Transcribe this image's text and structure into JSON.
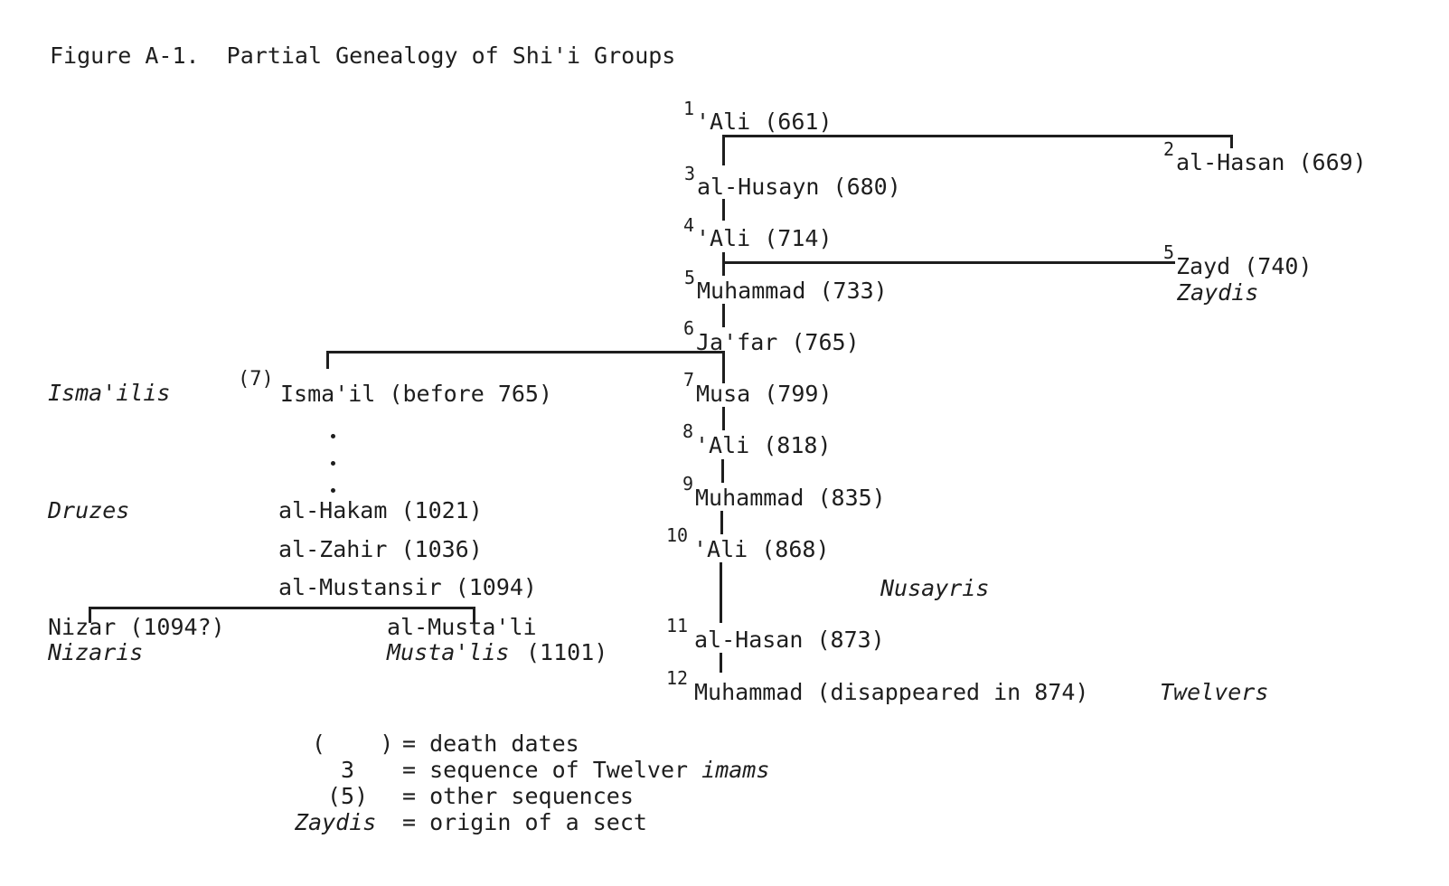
{
  "title": "Figure A-1.  Partial Genealogy of Shi'i Groups",
  "imams": {
    "ali1": {
      "num": "1",
      "name": "'Ali (661)"
    },
    "hasan2": {
      "num": "2",
      "name": "al-Hasan (669)"
    },
    "husayn3": {
      "num": "3",
      "name": "al-Husayn (680)"
    },
    "ali4": {
      "num": "4",
      "name": "'Ali (714)"
    },
    "muhammad5": {
      "num": "5",
      "name": "Muhammad (733)"
    },
    "jafar6": {
      "num": "6",
      "name": "Ja'far (765)"
    },
    "musa7": {
      "num": "7",
      "name": "Musa (799)"
    },
    "ali8": {
      "num": "8",
      "name": "'Ali (818)"
    },
    "muhammad9": {
      "num": "9",
      "name": "Muhammad (835)"
    },
    "ali10": {
      "num": "10",
      "name": "'Ali (868)"
    },
    "hasan11": {
      "num": "11",
      "name": "al-Hasan (873)"
    },
    "muhammad12": {
      "num": "12",
      "name": "Muhammad (disappeared in 874)"
    }
  },
  "zayd": {
    "num": "5",
    "name": "Zayd (740)",
    "sect": "Zaydis"
  },
  "ismail": {
    "num": "(7)",
    "name": "Isma'il (before 765)"
  },
  "ismaili_line": {
    "hakam": "al-Hakam (1021)",
    "zahir": "al-Zahir (1036)",
    "mustansir": "al-Mustansir (1094)",
    "nizar": "Nizar (1094?)",
    "mustali": "al-Musta'li",
    "mustali_date": "(1101)"
  },
  "sects": {
    "ismailis": "Isma'ilis",
    "druzes": "Druzes",
    "nizaris": "Nizaris",
    "mustalis": "Musta'lis",
    "nusayris": "Nusayris",
    "twelvers": "Twelvers"
  },
  "legend": {
    "paren_symbol": "(    )",
    "paren_text": "= death dates",
    "seq_symbol": "3",
    "seq_text_1": "= sequence of Twelver ",
    "seq_text_2": "imams",
    "other_symbol": "(5)",
    "other_text": "= other sequences",
    "sect_symbol": "Zaydis",
    "sect_text": "= origin of a sect"
  },
  "colors": {
    "ink": "#1e1e1e",
    "background": "#ffffff"
  }
}
